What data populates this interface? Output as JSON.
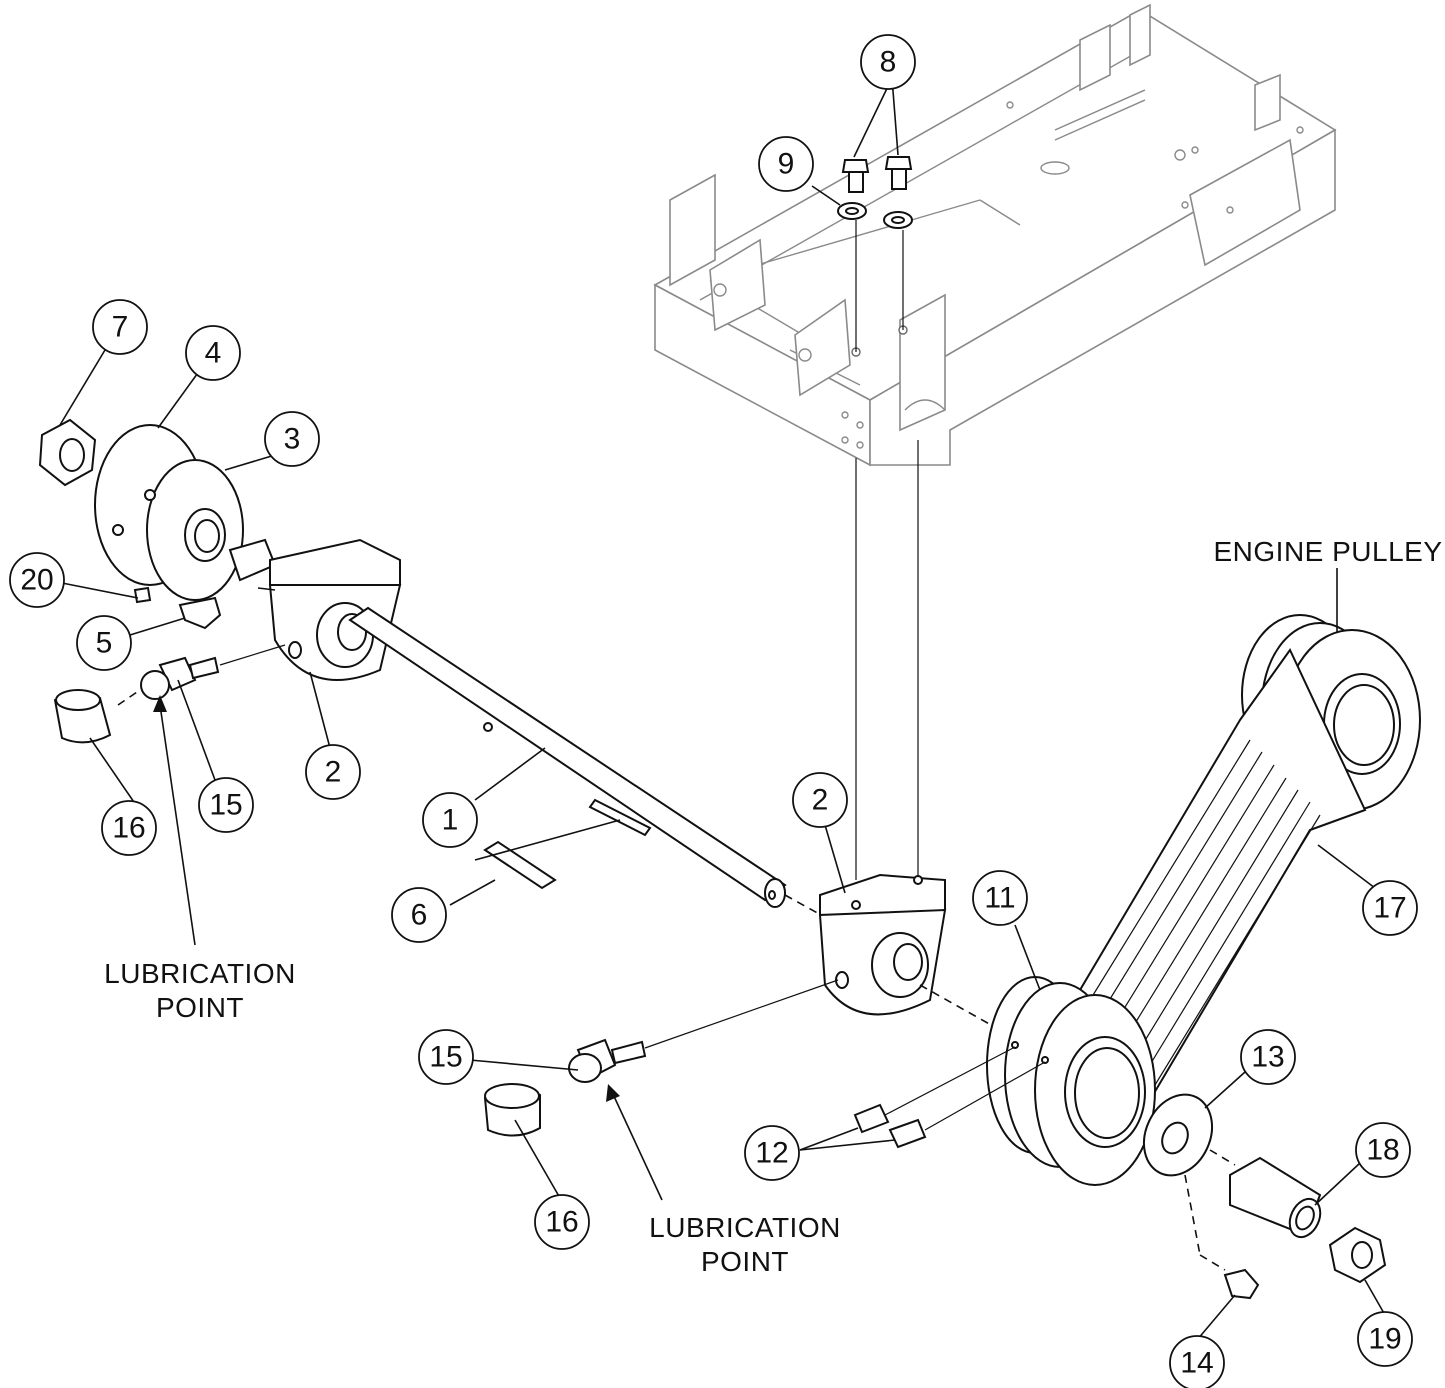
{
  "callouts": {
    "c1": "1",
    "c2a": "2",
    "c2b": "2",
    "c3": "3",
    "c4": "4",
    "c5": "5",
    "c6": "6",
    "c7": "7",
    "c8": "8",
    "c9": "9",
    "c11": "11",
    "c12": "12",
    "c13": "13",
    "c14": "14",
    "c15a": "15",
    "c15b": "15",
    "c16a": "16",
    "c16b": "16",
    "c17": "17",
    "c18": "18",
    "c19": "19",
    "c20": "20"
  },
  "labels": {
    "engine_pulley": "ENGINE PULLEY",
    "lubrication_point_left_line1": "LUBRICATION",
    "lubrication_point_left_line2": "POINT",
    "lubrication_point_center_line1": "LUBRICATION",
    "lubrication_point_center_line2": "POINT"
  }
}
